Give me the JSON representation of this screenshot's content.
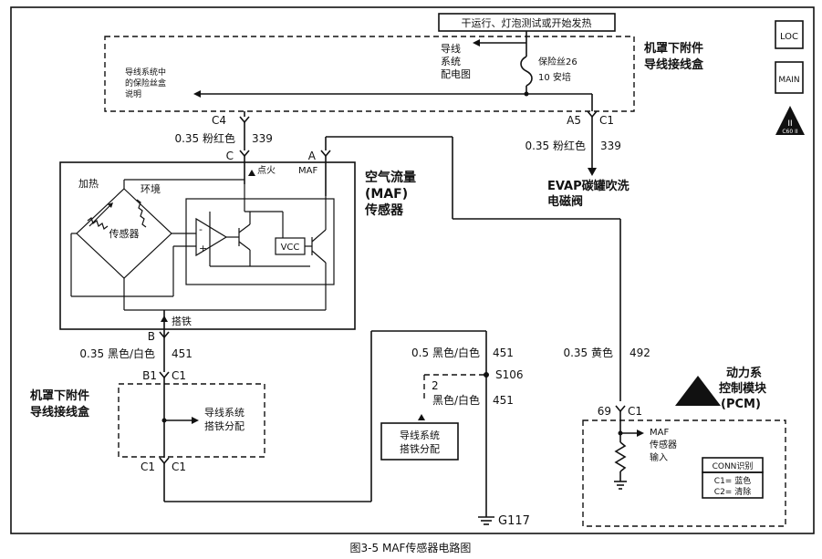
{
  "top_banner": "干运行、灯泡测试或开始发热",
  "upper_box": {
    "ref_wiring": [
      "导线",
      "系统",
      "配电图"
    ],
    "fuse_note": [
      "导线系统中",
      "的保险丝盒",
      "说明"
    ],
    "fuse_name": "保险丝26",
    "fuse_rating": "10 安培",
    "title": [
      "机罩下附件",
      "导线接线盒"
    ]
  },
  "icons": {
    "loc": "LOC",
    "main": "MAIN",
    "ii_mark": "II",
    "ii_sub": "C60 II"
  },
  "left_top": {
    "connector": "C4",
    "pin": "C",
    "wire": "0.35 粉红色",
    "circuit": "339"
  },
  "right_top": {
    "pin": "A5",
    "connector": "C1",
    "wire": "0.35 粉红色",
    "circuit": "339",
    "dest": [
      "EVAP碳罐吹洗",
      "电磁阀"
    ]
  },
  "maf_box": {
    "heat_label": "加热",
    "env_label": "环境",
    "sensor_label": "传感器",
    "vcc": "VCC",
    "ign_label": "点火",
    "maf_pin_label": "MAF",
    "pin_a": "A",
    "ground_label": "搭铁",
    "title": [
      "空气流量",
      "(MAF)",
      "传感器"
    ],
    "op_minus": "-",
    "op_plus": "+"
  },
  "ground_path": {
    "pin_b": "B",
    "wire": "0.35 黑色/白色",
    "circuit": "451",
    "b1": "B1",
    "c1": "C1",
    "junction_title": [
      "机罩下附件",
      "导线接线盒"
    ],
    "dist_label": [
      "导线系统",
      "搭铁分配"
    ],
    "bottom_left": "C1",
    "bottom_right": "C1"
  },
  "mid_ground": {
    "wire": "0.5 黑色/白色",
    "circuit": "451",
    "splice": "S106",
    "num": "2",
    "wire2": "黑色/白色",
    "circuit2": "451",
    "dist_label": [
      "导线系统",
      "搭铁分配"
    ],
    "ground": "G117"
  },
  "pcm": {
    "wire": "0.35 黄色",
    "circuit": "492",
    "pin": "69",
    "connector": "C1",
    "title": [
      "动力系",
      "控制模块",
      "(PCM)"
    ],
    "input_label": [
      "MAF",
      "传感器",
      "输入"
    ],
    "conn_title": "CONN识别",
    "conn1": "C1= 蓝色",
    "conn2": "C2= 清除"
  },
  "caption": "图3-5   MAF传感器电路图"
}
